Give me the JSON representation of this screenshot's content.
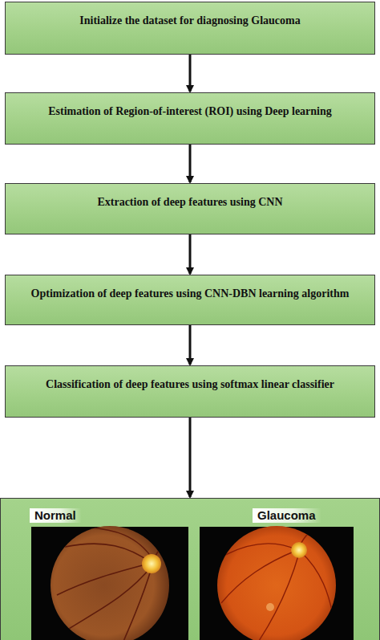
{
  "diagram": {
    "nodes": [
      {
        "text": [
          "Initialize the dataset for diagnosing Glaucoma"
        ]
      },
      {
        "text": [
          "Estimation of Region-of-interest (ROI) using Deep learning"
        ]
      },
      {
        "text": [
          "Extraction of deep features using CNN"
        ]
      },
      {
        "text": [
          "Optimization of deep features using CNN-DBN learning algorithm"
        ]
      },
      {
        "text": [
          "Classification of deep features using softmax linear classifier"
        ]
      },
      {
        "text": [
          "Normal",
          "Glaucoma"
        ]
      }
    ],
    "edges": [
      {
        "from": 0,
        "to": 1,
        "arrow": "to"
      },
      {
        "from": 1,
        "to": 2,
        "arrow": "to"
      },
      {
        "from": 2,
        "to": 3,
        "arrow": "to"
      },
      {
        "from": 3,
        "to": 4,
        "arrow": "to"
      },
      {
        "from": 4,
        "to": 5,
        "arrow": "to"
      }
    ]
  }
}
